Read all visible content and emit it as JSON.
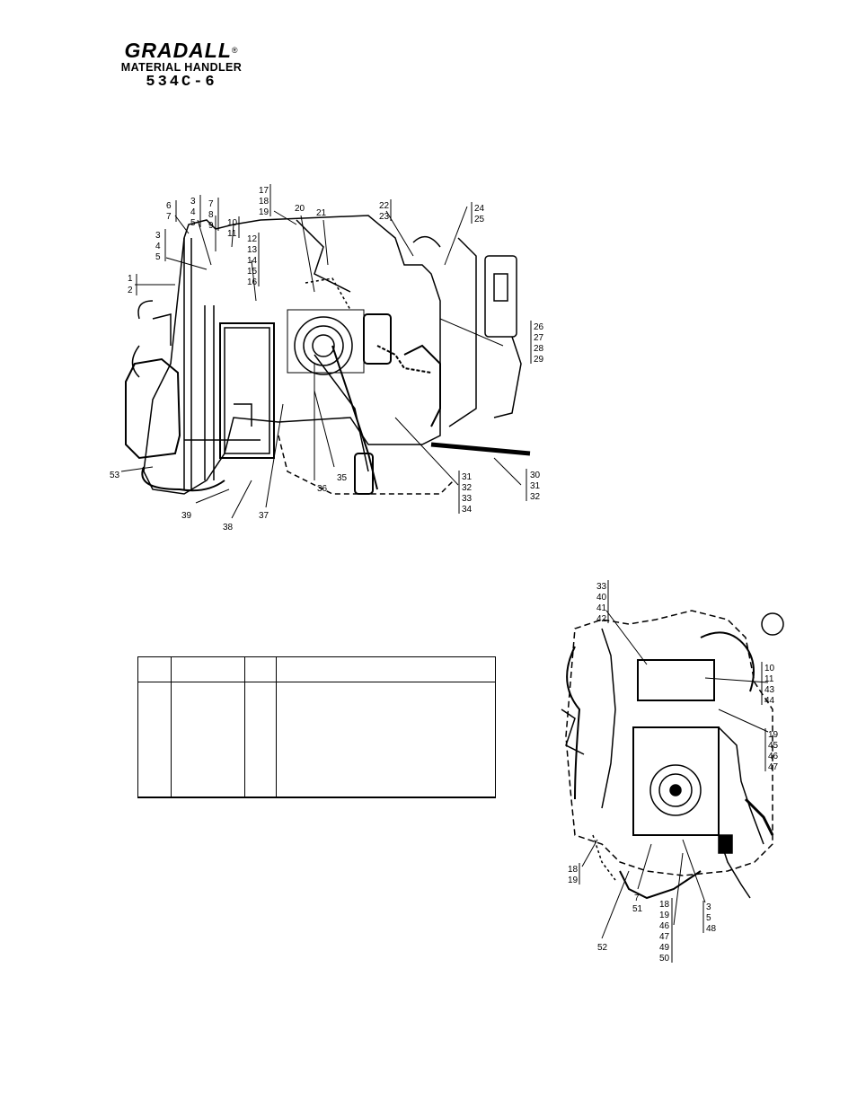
{
  "header": {
    "brand": "GRADALL",
    "registered_mark": "®",
    "subtitle": "MATERIAL HANDLER",
    "model": "534C-6"
  },
  "view1_callouts": {
    "l1_2": [
      "1",
      "2"
    ],
    "l3_5a": [
      "3",
      "4",
      "5"
    ],
    "l6_7": [
      "6",
      "7"
    ],
    "l3_5b": [
      "3",
      "4",
      "5"
    ],
    "l7_9": [
      "7",
      "8",
      "9"
    ],
    "l10_11": [
      "10",
      "11"
    ],
    "l12_16": [
      "12",
      "13",
      "14",
      "15",
      "16"
    ],
    "l17_19": [
      "17",
      "18",
      "19"
    ],
    "l20": "20",
    "l21": "21",
    "l22_23": [
      "22",
      "23"
    ],
    "l24_25": [
      "24",
      "25"
    ],
    "l26_29": [
      "26",
      "27",
      "28",
      "29"
    ],
    "l30_32": [
      "30",
      "31",
      "32"
    ],
    "l31_34": [
      "31",
      "32",
      "33",
      "34"
    ],
    "l35": "35",
    "l36": "36",
    "l37": "37",
    "l38": "38",
    "l39": "39",
    "l53": "53"
  },
  "view2_callouts": {
    "l33_42": [
      "33",
      "40",
      "41",
      "42"
    ],
    "l10_44": [
      "10",
      "11",
      "43",
      "44"
    ],
    "l19_47": [
      "19",
      "45",
      "46",
      "47"
    ],
    "l18_19": [
      "18",
      "19"
    ],
    "l7_51": [
      "7",
      "51"
    ],
    "l52": "52",
    "l18_50": [
      "18",
      "19",
      "46",
      "47",
      "49",
      "50"
    ],
    "l3_48": [
      "3",
      "5",
      "48"
    ]
  },
  "parts_table": {
    "headers": [
      "",
      "",
      "",
      ""
    ],
    "rows": [
      [
        "",
        "",
        "",
        ""
      ]
    ]
  }
}
